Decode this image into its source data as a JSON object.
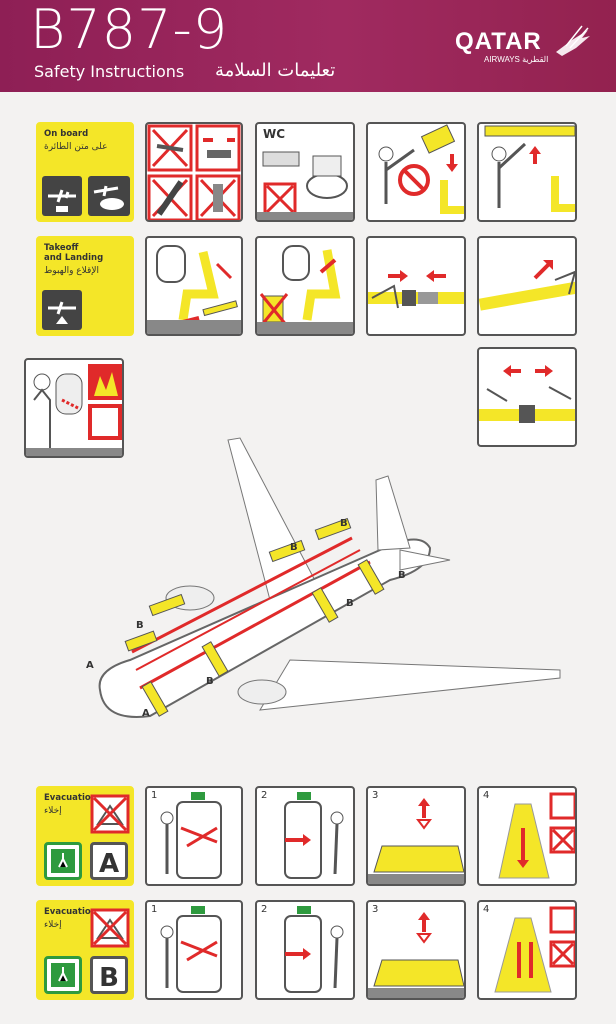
{
  "header": {
    "title": "B787-9",
    "subtitle": "Safety Instructions",
    "subtitle_ar": "تعليمات السلامة",
    "logo": "QATAR",
    "logo_sub": "AIRWAYS القطرية"
  },
  "sections": {
    "onboard": {
      "label": "On board",
      "label_ar": "على متن الطائرة"
    },
    "takeoff": {
      "label1": "Takeoff",
      "label2": "and Landing",
      "label_ar": "الإقلاع والهبوط"
    },
    "wc": {
      "label": "WC"
    },
    "evac_a": {
      "label": "Evacuation",
      "label_ar": "إخلاء",
      "plan": "A",
      "steps": [
        "1",
        "2",
        "3",
        "4"
      ]
    },
    "evac_b": {
      "label": "Evacuation",
      "label_ar": "إخلاء",
      "plan": "B",
      "steps": [
        "1",
        "2",
        "3",
        "4"
      ]
    }
  },
  "aircraft": {
    "door_labels": [
      "B",
      "B",
      "B",
      "B",
      "B",
      "B",
      "A",
      "A"
    ]
  },
  "colors": {
    "brand": "#8e1f55",
    "caution": "#f4e628",
    "alert": "#e02a2a",
    "exit": "#2e9a3e"
  }
}
